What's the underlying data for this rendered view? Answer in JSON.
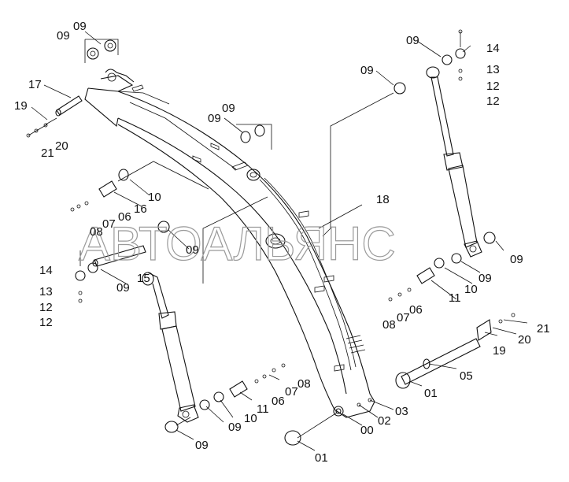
{
  "watermark": "АВТОАЛЬЯНС",
  "callouts": [
    {
      "id": "c0",
      "text": "09"
    },
    {
      "id": "c1",
      "text": "09"
    },
    {
      "id": "c2",
      "text": "17"
    },
    {
      "id": "c3",
      "text": "19"
    },
    {
      "id": "c4",
      "text": "21"
    },
    {
      "id": "c5",
      "text": "20"
    },
    {
      "id": "c6",
      "text": "09"
    },
    {
      "id": "c7",
      "text": "09"
    },
    {
      "id": "c8",
      "text": "09"
    },
    {
      "id": "c9",
      "text": "14"
    },
    {
      "id": "c10",
      "text": "13"
    },
    {
      "id": "c11",
      "text": "12"
    },
    {
      "id": "c12",
      "text": "12"
    },
    {
      "id": "c13",
      "text": "09"
    },
    {
      "id": "c14",
      "text": "10"
    },
    {
      "id": "c15",
      "text": "16"
    },
    {
      "id": "c16",
      "text": "07"
    },
    {
      "id": "c17",
      "text": "06"
    },
    {
      "id": "c18",
      "text": "08"
    },
    {
      "id": "c19",
      "text": "09"
    },
    {
      "id": "c20",
      "text": "18"
    },
    {
      "id": "c21",
      "text": "14"
    },
    {
      "id": "c22",
      "text": "13"
    },
    {
      "id": "c23",
      "text": "12"
    },
    {
      "id": "c24",
      "text": "12"
    },
    {
      "id": "c25",
      "text": "15"
    },
    {
      "id": "c26",
      "text": "09"
    },
    {
      "id": "c27",
      "text": "09"
    },
    {
      "id": "c28",
      "text": "10"
    },
    {
      "id": "c29",
      "text": "09"
    },
    {
      "id": "c30",
      "text": "11"
    },
    {
      "id": "c31",
      "text": "08"
    },
    {
      "id": "c32",
      "text": "07"
    },
    {
      "id": "c33",
      "text": "06"
    },
    {
      "id": "c34",
      "text": "21"
    },
    {
      "id": "c35",
      "text": "20"
    },
    {
      "id": "c36",
      "text": "19"
    },
    {
      "id": "c37",
      "text": "05"
    },
    {
      "id": "c38",
      "text": "01"
    },
    {
      "id": "c39",
      "text": "08"
    },
    {
      "id": "c40",
      "text": "07"
    },
    {
      "id": "c41",
      "text": "06"
    },
    {
      "id": "c42",
      "text": "11"
    },
    {
      "id": "c43",
      "text": "10"
    },
    {
      "id": "c44",
      "text": "09"
    },
    {
      "id": "c45",
      "text": "03"
    },
    {
      "id": "c46",
      "text": "02"
    },
    {
      "id": "c47",
      "text": "00"
    },
    {
      "id": "c48",
      "text": "09"
    },
    {
      "id": "c49",
      "text": "01"
    }
  ]
}
